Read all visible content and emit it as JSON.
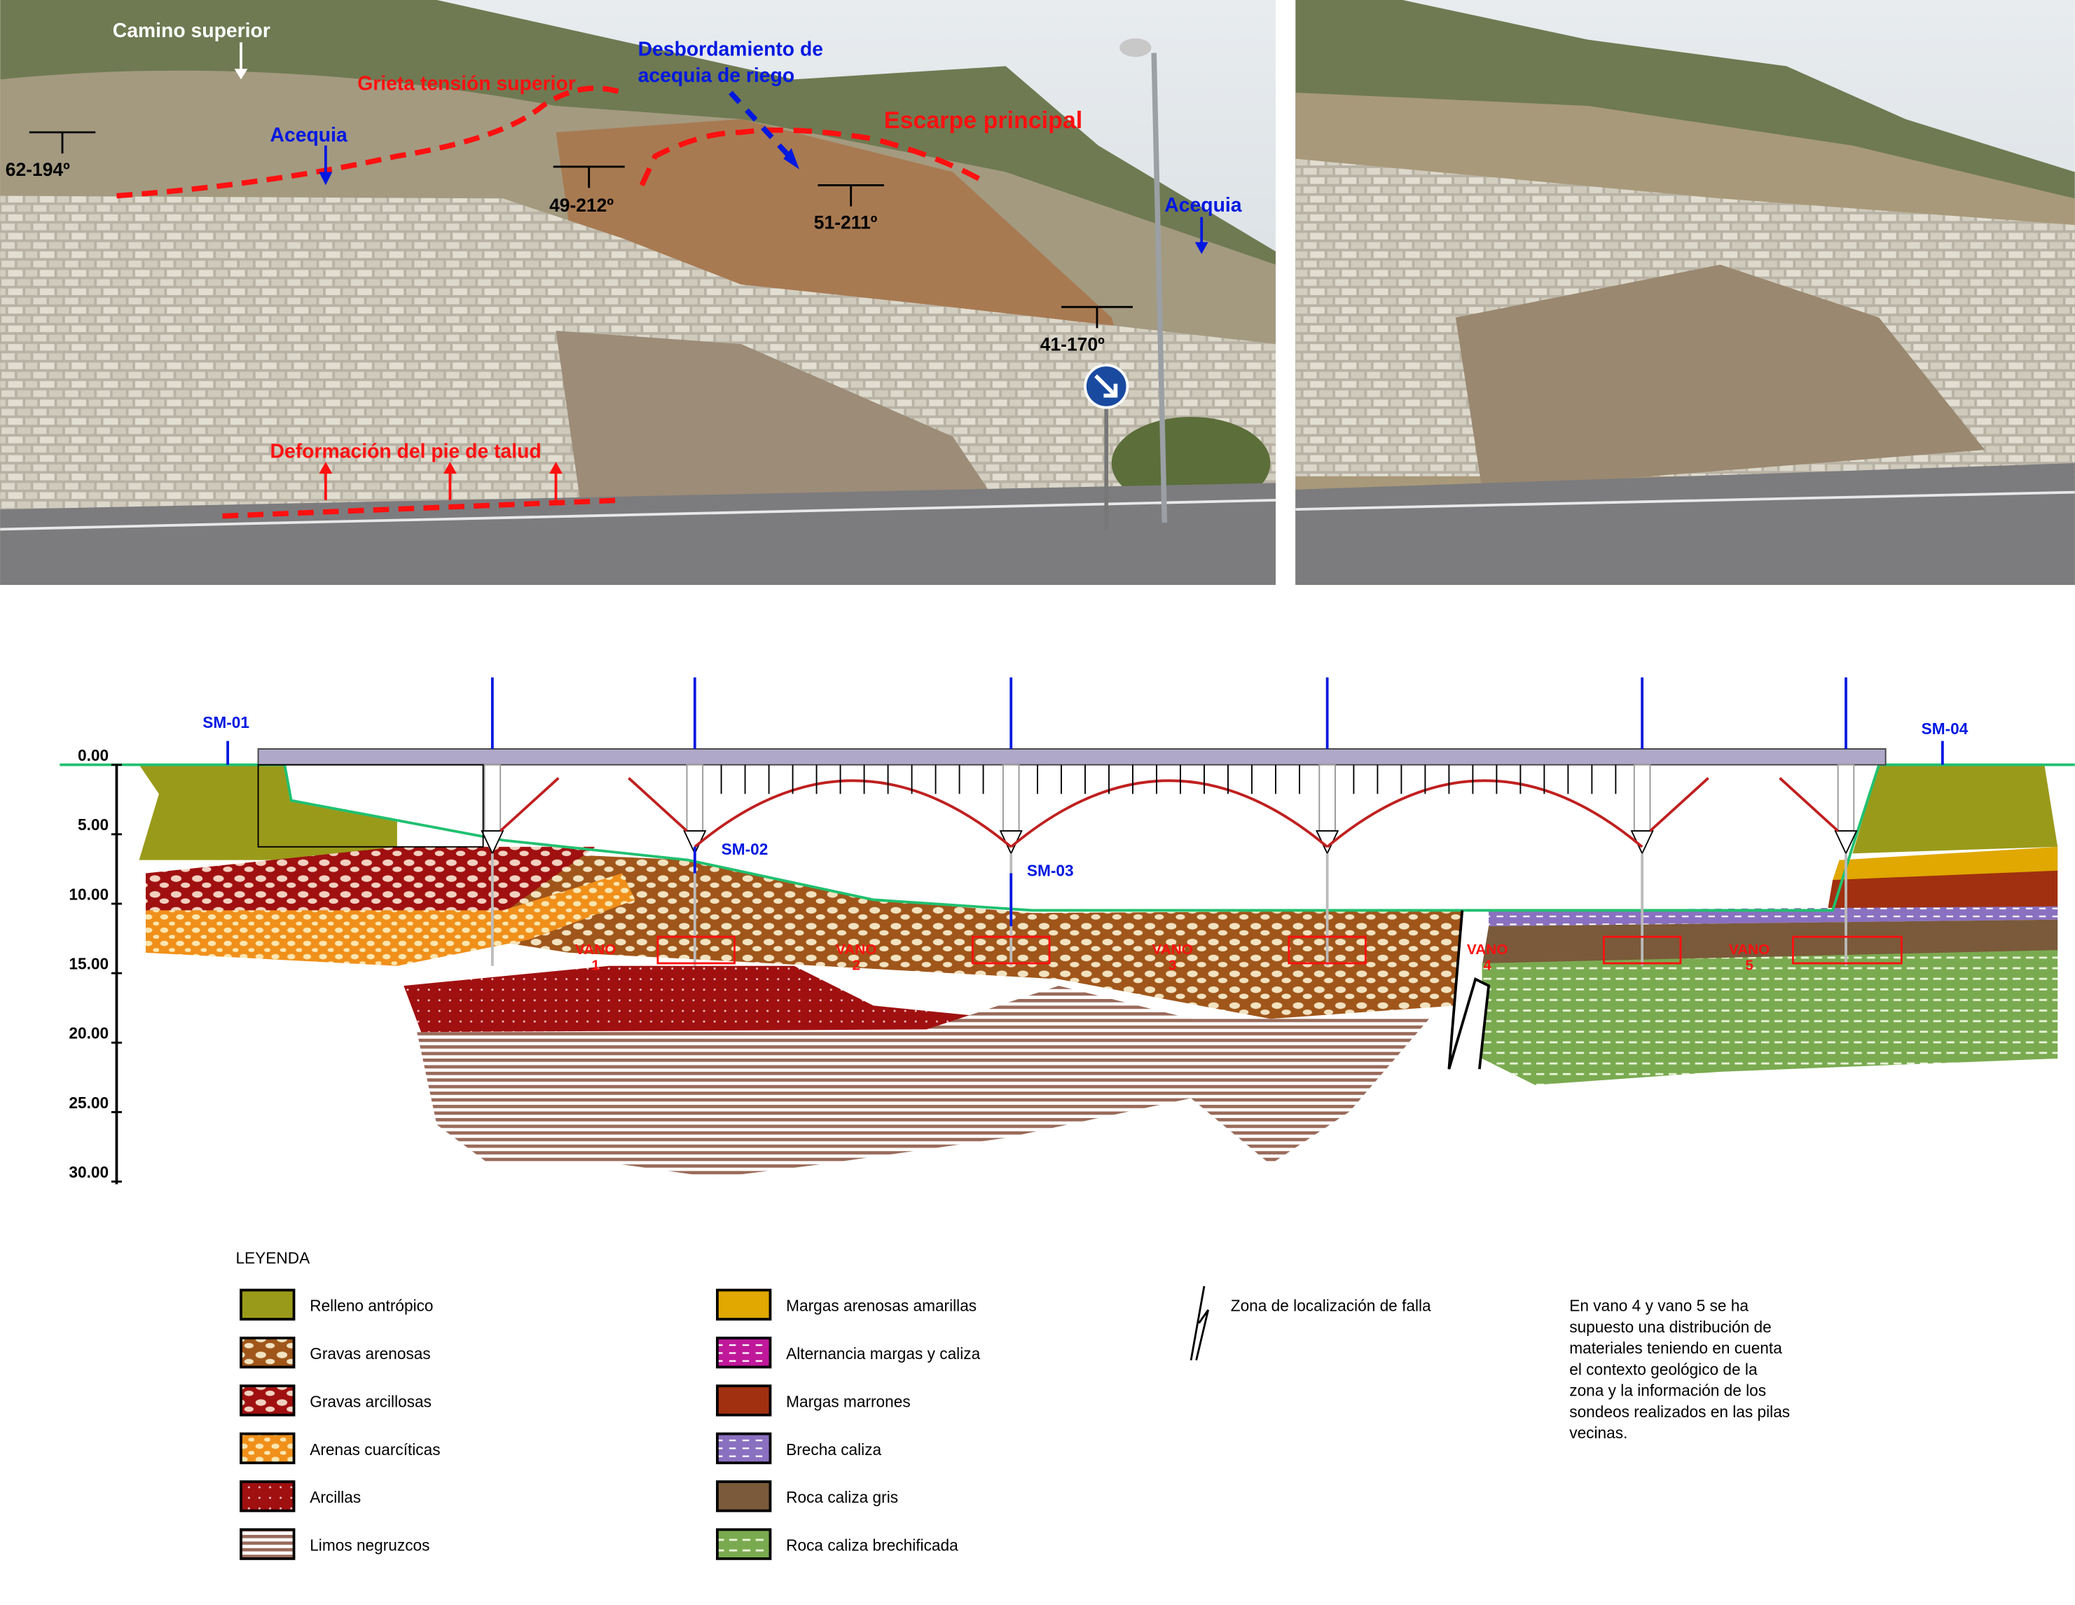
{
  "photo_left": {
    "labels": {
      "camino": "Camino superior",
      "grieta": "Grieta tensión superior",
      "desbordamiento_1": "Desbordamiento de",
      "desbordamiento_2": "acequia de riego",
      "escarpe": "Escarpe principal",
      "acequia_1": "Acequia",
      "acequia_2": "Acequia",
      "deformacion": "Deformación del pie de talud",
      "dip_1": "62-194º",
      "dip_2": "49-212º",
      "dip_3": "51-211º",
      "dip_4": "41-170º"
    }
  },
  "section": {
    "depth_ticks": [
      "0.00",
      "5.00",
      "10.00",
      "15.00",
      "20.00",
      "25.00",
      "30.00"
    ],
    "boreholes": [
      "SM-01",
      "SM-02",
      "SM-03",
      "SM-04"
    ],
    "spans": [
      {
        "name": "VANO",
        "num": "1"
      },
      {
        "name": "VANO",
        "num": "2"
      },
      {
        "name": "VANO",
        "num": "3"
      },
      {
        "name": "VANO",
        "num": "4"
      },
      {
        "name": "VANO",
        "num": "5"
      }
    ]
  },
  "legend": {
    "title": "LEYENDA",
    "items_left": [
      {
        "label": "Relleno antrópico",
        "color": "#9a9a1a"
      },
      {
        "label": "Gravas arenosas",
        "color": "#a0561a"
      },
      {
        "label": "Gravas arcillosas",
        "color": "#a01010"
      },
      {
        "label": "Arenas cuarcíticas",
        "color": "#f0901a"
      },
      {
        "label": "Arcillas",
        "color": "#a01010"
      },
      {
        "label": "Limos negruzcos",
        "color": "#9a6a5a"
      }
    ],
    "items_right": [
      {
        "label": "Margas arenosas amarillas",
        "color": "#e0a800"
      },
      {
        "label": "Alternancia margas y caliza",
        "color": "#c0189a"
      },
      {
        "label": "Margas marrones",
        "color": "#a03010"
      },
      {
        "label": "Brecha caliza",
        "color": "#8a70c0"
      },
      {
        "label": "Roca caliza gris",
        "color": "#7a5a3a"
      },
      {
        "label": "Roca caliza brechificada",
        "color": "#7aaa50"
      }
    ],
    "fault_label": "Zona de localización de falla",
    "note": [
      "En vano 4 y vano 5 se ha",
      "supuesto una distribución de",
      "materiales teniendo en cuenta",
      "el contexto geológico de la",
      "zona y la información de los",
      "sondeos realizados en las pilas",
      "vecinas."
    ]
  }
}
